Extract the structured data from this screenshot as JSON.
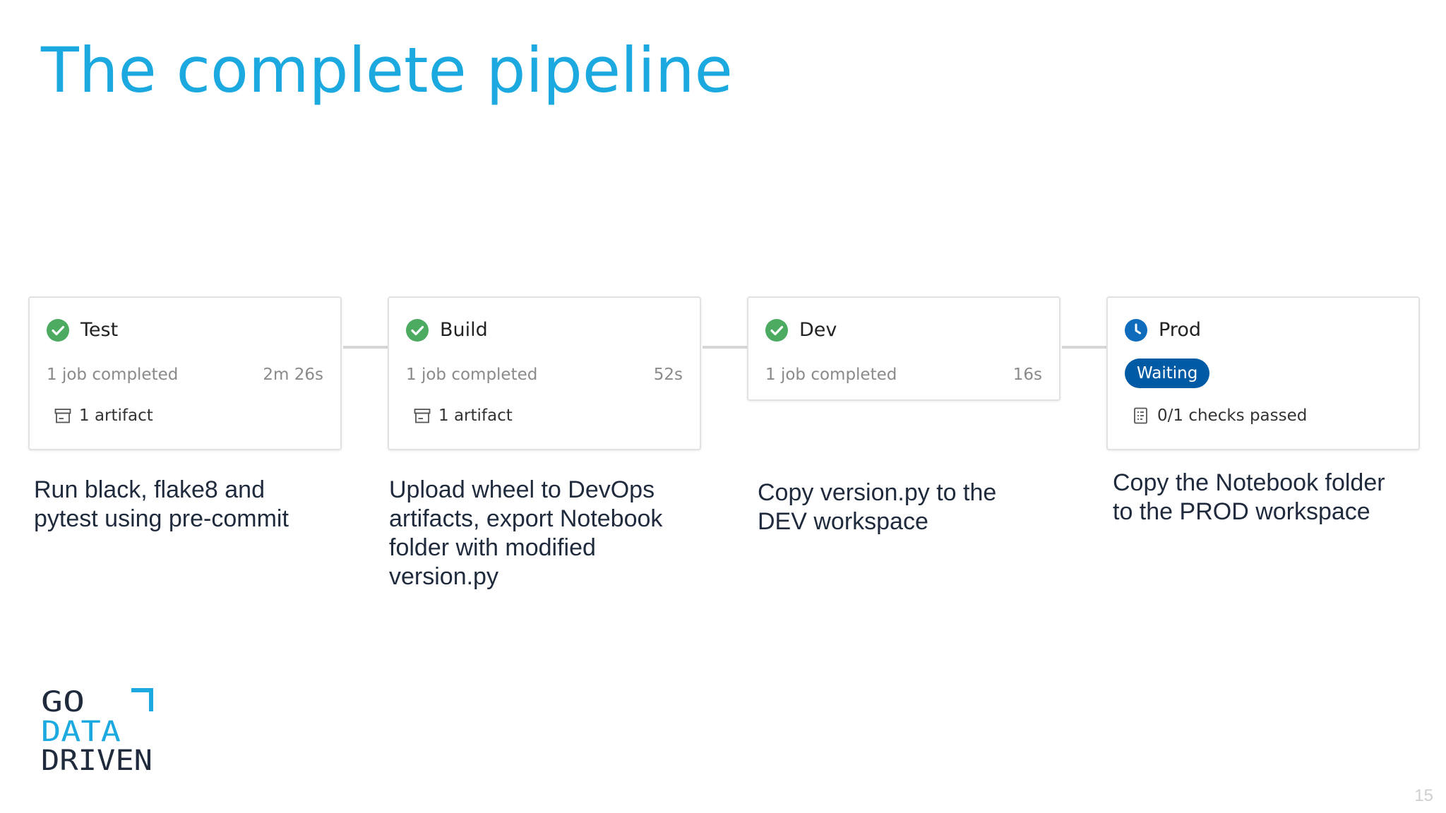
{
  "slide": {
    "title": "The complete pipeline",
    "page_number": "15",
    "logo_text": [
      "GO",
      "DATA",
      "DRIVEN"
    ]
  },
  "colors": {
    "title": "#1ba9df",
    "success": "#4caa61",
    "waiting": "#005ba4",
    "in_progress": "#0f6cbd",
    "logo_dark": "#1f2b3d",
    "logo_accent": "#1ba9df"
  },
  "stages": [
    {
      "name": "Test",
      "status": "succeeded",
      "status_icon": "check-circle-icon",
      "jobs": "1 job completed",
      "duration": "2m 26s",
      "artifact_icon": "artifact-icon",
      "artifacts": "1 artifact",
      "description": "Run black, flake8 and pytest using pre-commit"
    },
    {
      "name": "Build",
      "status": "succeeded",
      "status_icon": "check-circle-icon",
      "jobs": "1 job completed",
      "duration": "52s",
      "artifact_icon": "artifact-icon",
      "artifacts": "1 artifact",
      "description": "Upload wheel to DevOps artifacts, export Notebook folder with modified version.py"
    },
    {
      "name": "Dev",
      "status": "succeeded",
      "status_icon": "check-circle-icon",
      "jobs": "1 job completed",
      "duration": "16s",
      "description": "Copy version.py to the DEV workspace"
    },
    {
      "name": "Prod",
      "status": "waiting",
      "status_icon": "clock-icon",
      "badge": "Waiting",
      "checks_icon": "checklist-icon",
      "checks": "0/1 checks passed",
      "description": "Copy the Notebook folder to the PROD workspace"
    }
  ]
}
